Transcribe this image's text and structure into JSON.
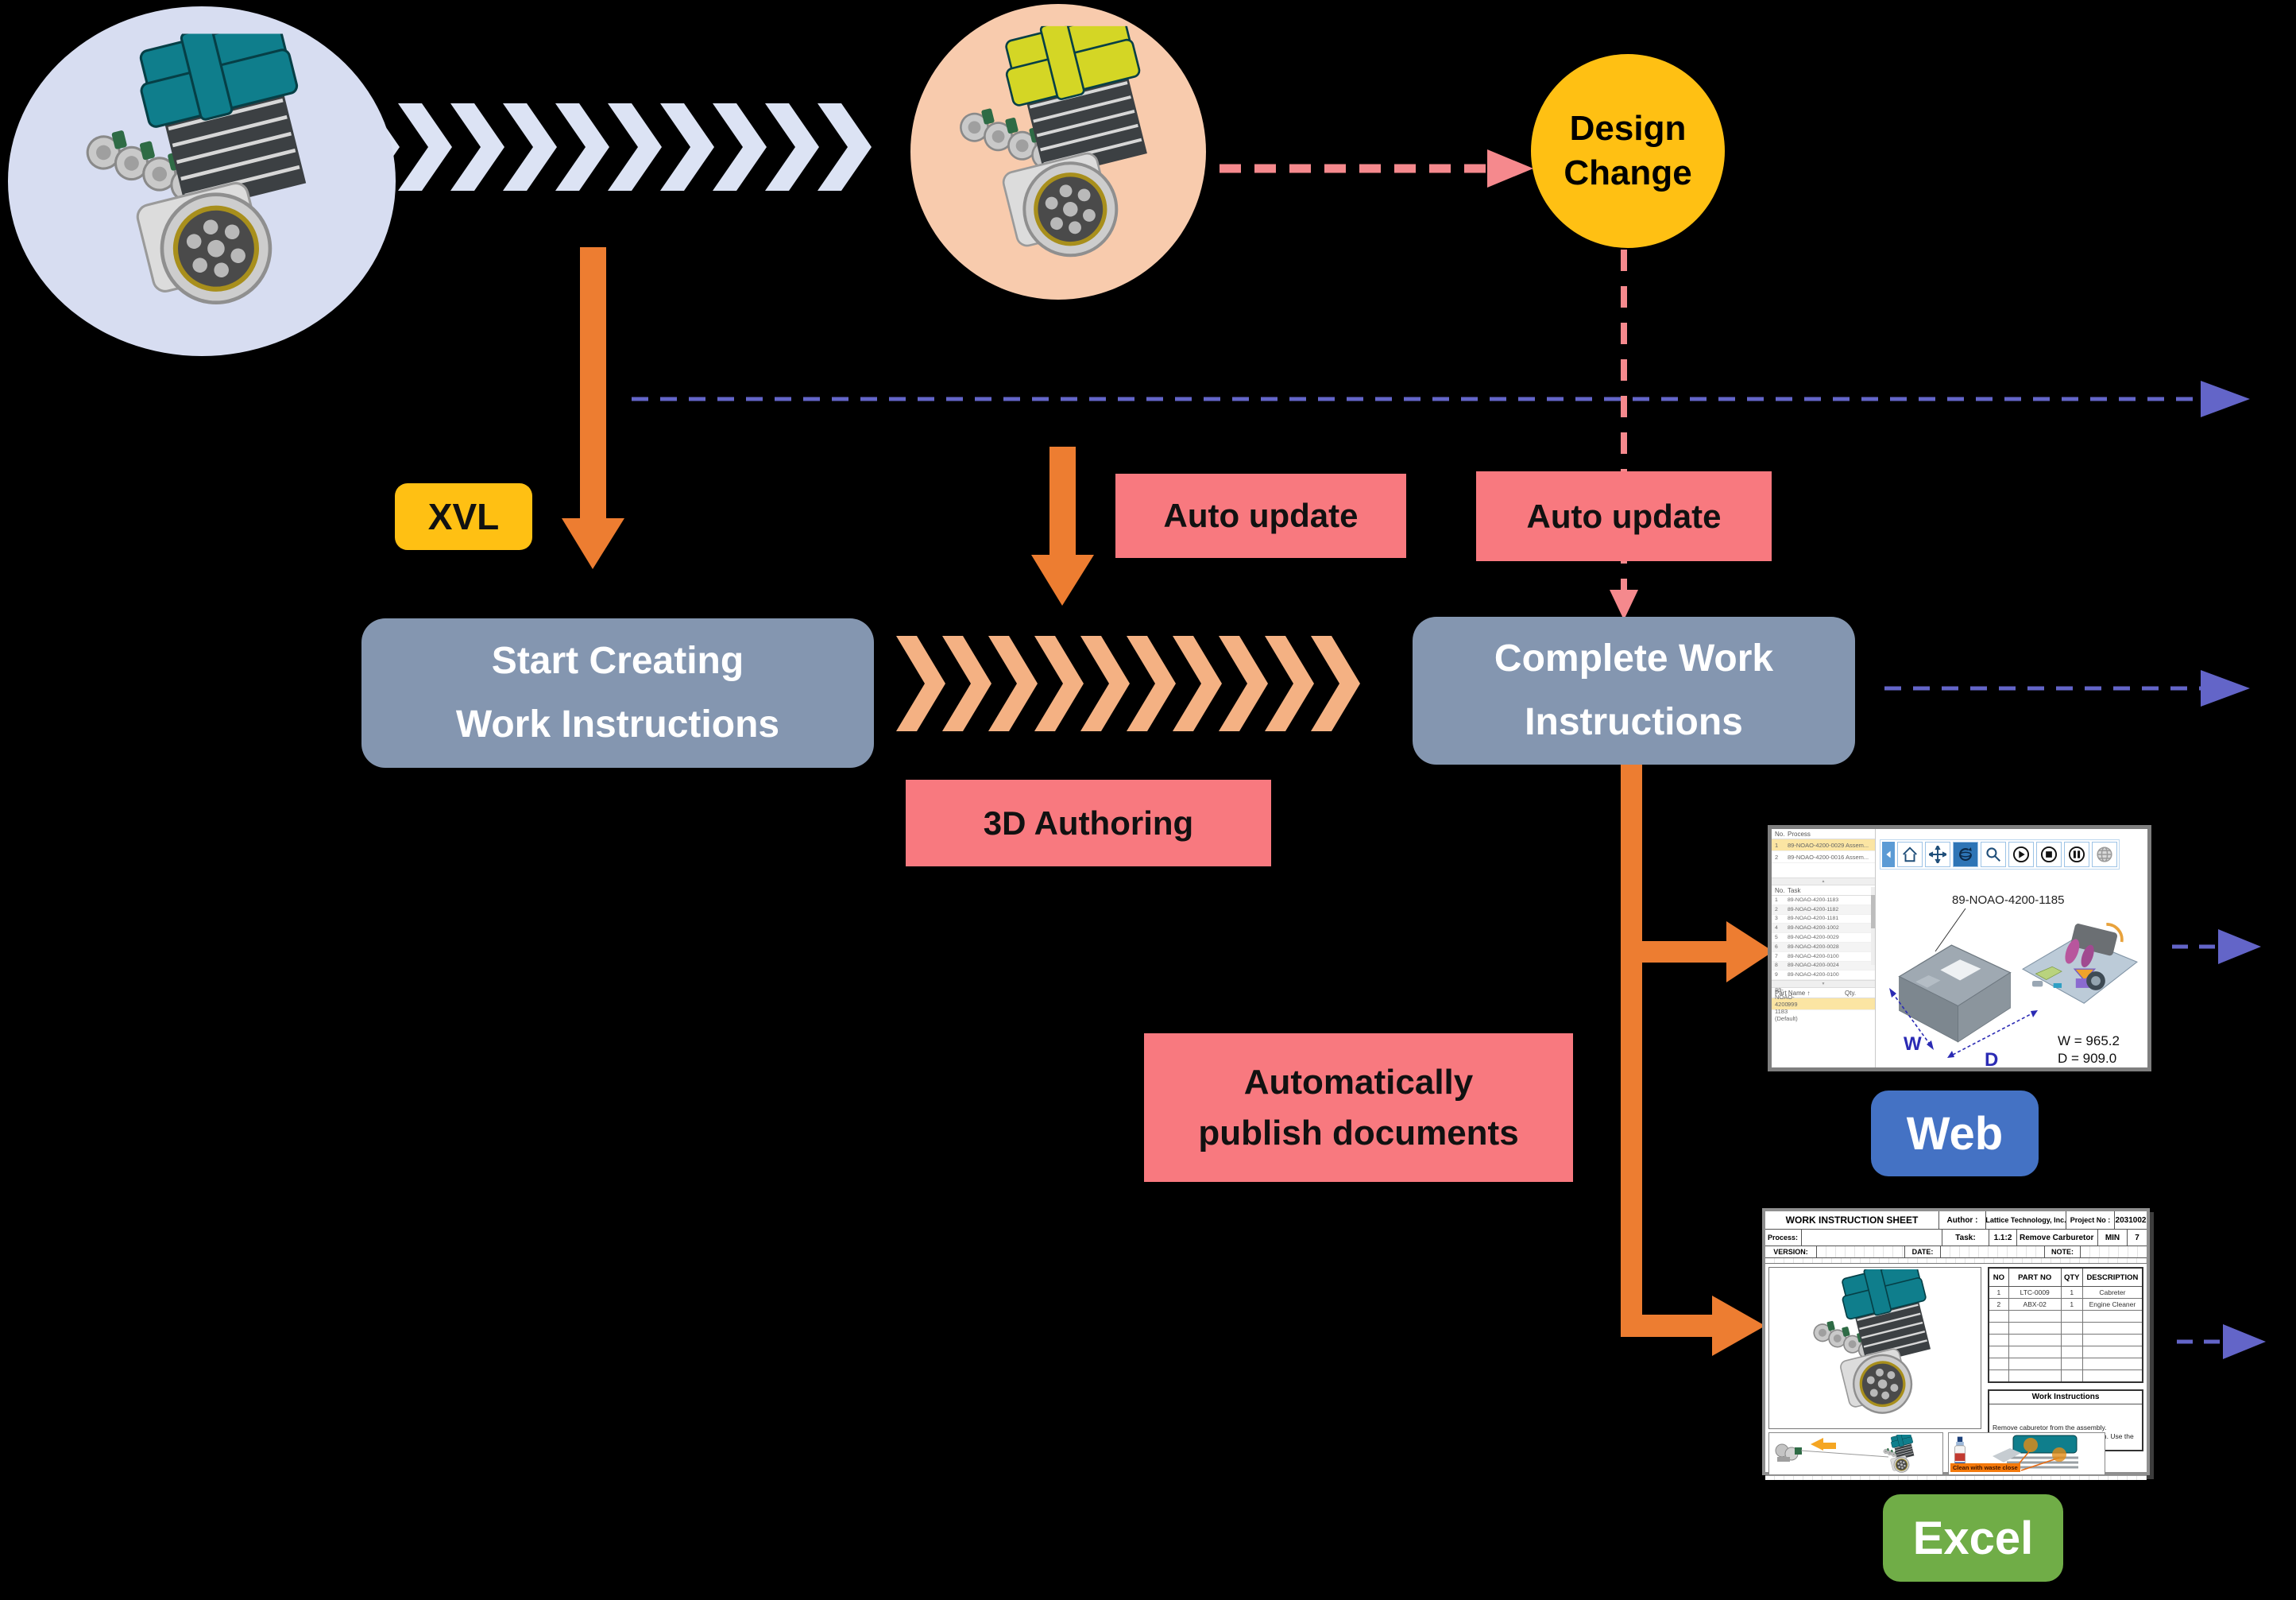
{
  "colors": {
    "background": "#000000",
    "source_circle": "#D7DDF1",
    "chevron_row1": "#DCE3F4",
    "updated_circle": "#F8CBAD",
    "chevron_row2": "#F4B183",
    "yellow_accent": "#FFC013",
    "pink_badge": "#F8797F",
    "pink_dash": "#F5898D",
    "purple_dash": "#6365C8",
    "orange": "#ED7D31",
    "flow_box": "#8496B0",
    "web_badge": "#4472C4",
    "excel_badge": "#70AD47"
  },
  "decor": {
    "chevron_row1_count": 10,
    "chevron_row2_count": 10
  },
  "nodes": {
    "design_change_line1": "Design",
    "design_change_line2": "Change",
    "start_line1": "Start Creating",
    "start_line2": "Work Instructions",
    "complete_line1": "Complete Work",
    "complete_line2": "Instructions"
  },
  "badges": {
    "xvl": "XVL",
    "auto_update_left": "Auto update",
    "auto_update_right": "Auto update",
    "authoring_3d": "3D Authoring",
    "auto_publish_line1": "Automatically",
    "auto_publish_line2": "publish documents",
    "web": "Web",
    "excel": "Excel"
  },
  "icons": {
    "collapse_up": "▲",
    "collapse_down": "▼",
    "toolbar": [
      "collapse-left",
      "home",
      "pan",
      "rotate",
      "zoom",
      "play",
      "stop",
      "pause",
      "sphere"
    ]
  },
  "web_viewer": {
    "process_table": {
      "col_no": "No.",
      "col_process": "Process",
      "rows": [
        [
          "1",
          "89-NOAO-4200-0029 Assem..."
        ],
        [
          "2",
          "89-NOAO-4200-0016 Assem..."
        ]
      ]
    },
    "task_table": {
      "col_no": "No.",
      "col_task": "Task",
      "rows": [
        [
          "1",
          "89-NOAO-4200-1183"
        ],
        [
          "2",
          "89-NOAO-4200-1182"
        ],
        [
          "3",
          "89-NOAO-4200-1181"
        ],
        [
          "4",
          "89-NOAO-4200-1002"
        ],
        [
          "5",
          "89-NOAO-4200-0029"
        ],
        [
          "6",
          "89-NOAO-4200-0028"
        ],
        [
          "7",
          "89-NOAO-4200-0100"
        ],
        [
          "8",
          "89-NOAO-4200-0024"
        ],
        [
          "9",
          "89-NOAO-4200-0100"
        ]
      ]
    },
    "part_table": {
      "col_name": "Part Name ↑",
      "col_qty": "Qty.",
      "rows": [
        [
          "89-NOAO-4200-1183 (Default)",
          "999"
        ]
      ]
    },
    "model_label": "89-NOAO-4200-1185",
    "dim_w": "W",
    "dim_d": "D",
    "dim_w_value": "W = 965.2",
    "dim_d_value": "D = 909.0"
  },
  "excel_sheet": {
    "title": "WORK INSTRUCTION SHEET",
    "author_label": "Author :",
    "author": "Lattice Technology, Inc.",
    "project_label": "Project No :",
    "project_no": "2031002",
    "process_label": "Process:",
    "task_label": "Task:",
    "task_no": "1.1:2",
    "task_name": "Remove Carburetor",
    "min_label": "MIN",
    "min_value": "7",
    "version_label": "VERSION:",
    "date_label": "DATE:",
    "note_label": "NOTE:",
    "parts_table": {
      "headers": [
        "NO",
        "PART NO",
        "QTY",
        "DESCRIPTION"
      ],
      "rows": [
        [
          "1",
          "LTC-0009",
          "1",
          "Cabreter"
        ],
        [
          "2",
          "ABX-02",
          "1",
          "Engine Cleaner"
        ]
      ],
      "empty_rows": 6
    },
    "work_instructions_title": "Work Instructions",
    "work_instructions_line1": "Remove caburetor from the assembly.",
    "work_instructions_line2": "Then clean the engine head as shown. Use the engine cleaner.",
    "callout": "Clean with waste close"
  }
}
